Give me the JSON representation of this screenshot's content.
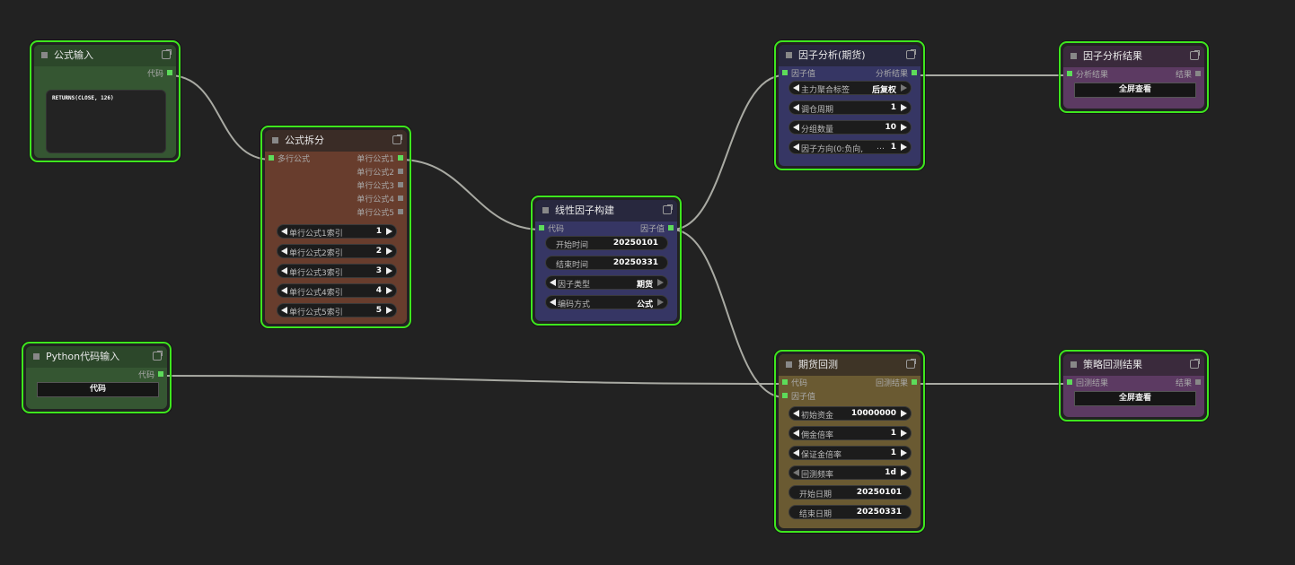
{
  "colors": {
    "canvas": "#222222",
    "selected_border": "#3ee61e",
    "link": "#a9aaa3",
    "port_active": "#5ddb5a",
    "port_inactive": "#888888"
  },
  "nodes": {
    "formula_input": {
      "title": "公式输入",
      "out_port": "代码",
      "text": "RETURNS(CLOSE, 126)"
    },
    "formula_split": {
      "title": "公式拆分",
      "in_port": "多行公式",
      "out_ports": [
        "单行公式1",
        "单行公式2",
        "单行公式3",
        "单行公式4",
        "单行公式5"
      ],
      "widgets": [
        {
          "label": "单行公式1索引",
          "value": "1"
        },
        {
          "label": "单行公式2索引",
          "value": "2"
        },
        {
          "label": "单行公式3索引",
          "value": "3"
        },
        {
          "label": "单行公式4索引",
          "value": "4"
        },
        {
          "label": "单行公式5索引",
          "value": "5"
        }
      ]
    },
    "python_input": {
      "title": "Python代码输入",
      "out_port": "代码",
      "button": "代码"
    },
    "linear_factor": {
      "title": "线性因子构建",
      "in_port": "代码",
      "out_port": "因子值",
      "widgets": [
        {
          "label": "开始时间",
          "value": "20250101"
        },
        {
          "label": "结束时间",
          "value": "20250331"
        },
        {
          "label": "因子类型",
          "value": "期货"
        },
        {
          "label": "编码方式",
          "value": "公式"
        }
      ]
    },
    "factor_analysis": {
      "title": "因子分析(期货)",
      "in_port": "因子值",
      "out_port": "分析结果",
      "widgets": [
        {
          "label": "主力聚合标签",
          "value": "后复权"
        },
        {
          "label": "调仓周期",
          "value": "1"
        },
        {
          "label": "分组数量",
          "value": "10"
        },
        {
          "label": "因子方向(0:负向,",
          "ellipsis": "…",
          "value": "1"
        }
      ]
    },
    "factor_result": {
      "title": "因子分析结果",
      "in_port": "分析结果",
      "out_port": "结果",
      "button": "全屏查看"
    },
    "futures_backtest": {
      "title": "期货回测",
      "in_ports": [
        "代码",
        "因子值"
      ],
      "out_port": "回测结果",
      "widgets": [
        {
          "label": "初始资金",
          "value": "10000000"
        },
        {
          "label": "佣金倍率",
          "value": "1"
        },
        {
          "label": "保证金倍率",
          "value": "1"
        },
        {
          "label": "回测频率",
          "value": "1d"
        },
        {
          "label": "开始日期",
          "value": "20250101"
        },
        {
          "label": "结束日期",
          "value": "20250331"
        }
      ]
    },
    "backtest_result": {
      "title": "策略回测结果",
      "in_port": "回测结果",
      "out_port": "结果",
      "button": "全屏查看"
    }
  }
}
